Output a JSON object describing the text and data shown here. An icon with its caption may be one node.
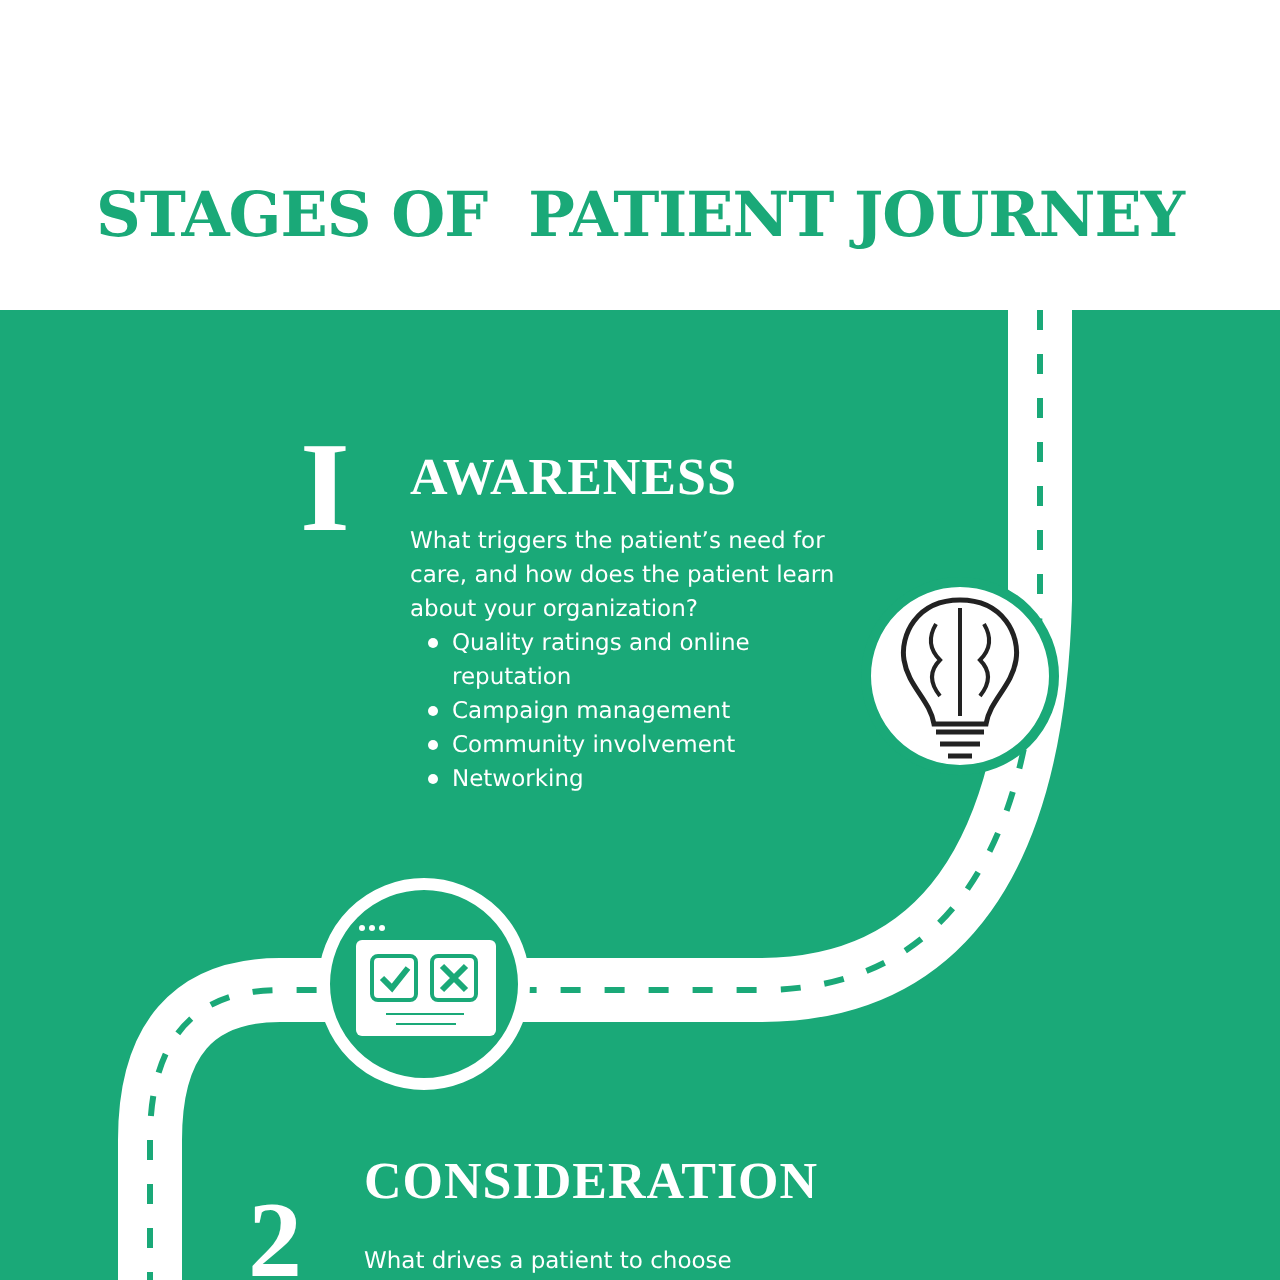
{
  "diagram": {
    "title": "STAGES OF  PATIENT JOURNEY",
    "labels": [
      "I",
      "AWARENESS",
      "What triggers the patient’s need for care, and how does the patient learn about your organization?",
      "Quality ratings and online reputation",
      "Campaign management",
      "Community involvement",
      "Networking",
      "CONSIDERATION",
      "2",
      "What drives a patient to choose"
    ]
  }
}
